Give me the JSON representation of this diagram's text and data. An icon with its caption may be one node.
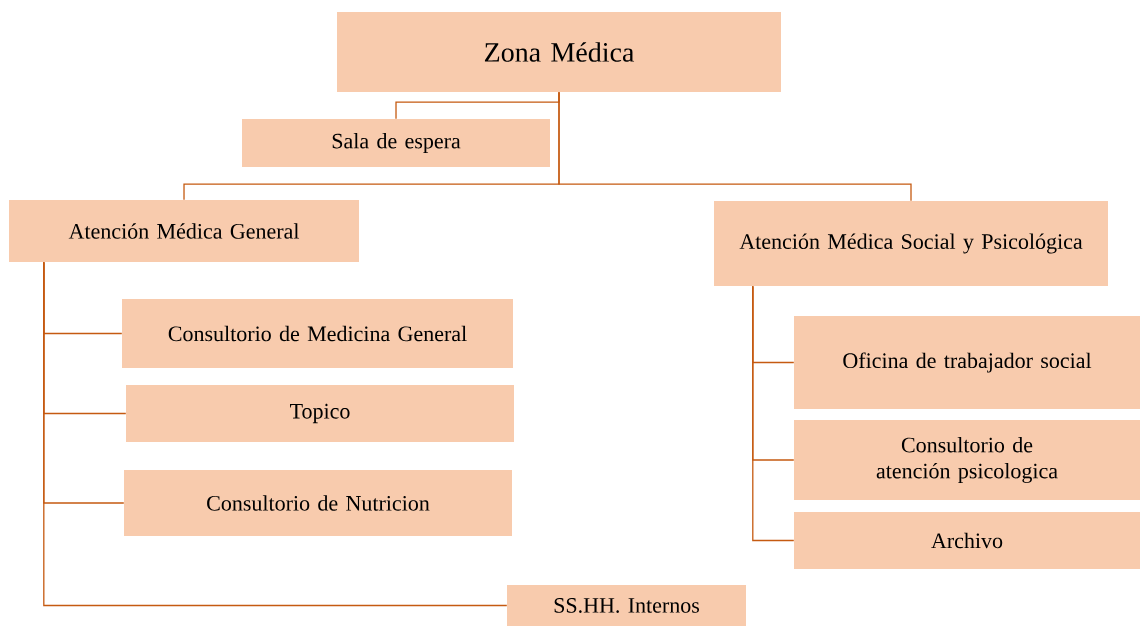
{
  "diagram": {
    "nodes": [
      {
        "text": [
          "Zona Médica"
        ]
      },
      {
        "text": [
          "Sala de espera"
        ]
      },
      {
        "text": [
          "Atención Médica General"
        ]
      },
      {
        "text": [
          "Atención Médica Social y Psicológica"
        ]
      },
      {
        "text": [
          "Consultorio de Medicina General"
        ]
      },
      {
        "text": [
          "Topico"
        ]
      },
      {
        "text": [
          "Consultorio de Nutricion"
        ]
      },
      {
        "text": [
          "SS.HH. Internos"
        ]
      },
      {
        "text": [
          "Oficina de trabajador social"
        ]
      },
      {
        "text": [
          "Consultorio de atención psicologica"
        ]
      },
      {
        "text": [
          "Archivo"
        ]
      }
    ],
    "edges": [
      {
        "from": 0,
        "to": 1,
        "arrow": "none"
      },
      {
        "from": 0,
        "to": 2,
        "arrow": "none"
      },
      {
        "from": 0,
        "to": 3,
        "arrow": "none"
      },
      {
        "from": 2,
        "to": 4,
        "arrow": "none"
      },
      {
        "from": 2,
        "to": 5,
        "arrow": "none"
      },
      {
        "from": 2,
        "to": 6,
        "arrow": "none"
      },
      {
        "from": 2,
        "to": 7,
        "arrow": "none"
      },
      {
        "from": 3,
        "to": 8,
        "arrow": "none"
      },
      {
        "from": 3,
        "to": 9,
        "arrow": "none"
      },
      {
        "from": 3,
        "to": 10,
        "arrow": "none"
      }
    ]
  }
}
